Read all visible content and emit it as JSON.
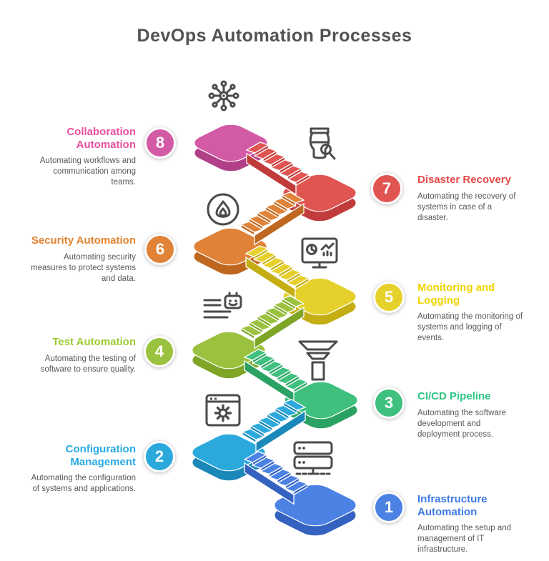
{
  "title": "DevOps Automation Processes",
  "text_colors": {
    "heading": "#515254",
    "description": "#58595b"
  },
  "steps": [
    {
      "number": "1",
      "title": "Infrastructure Automation",
      "description": "Automating the setup and management of IT infrastructure.",
      "color": "#4b82e4",
      "dark": "#3462c0",
      "title_color": "#3d79e6",
      "side": "right",
      "icon": "server-icon"
    },
    {
      "number": "2",
      "title": "Configuration Management",
      "description": "Automating the configuration of systems and applications.",
      "color": "#2ba9dd",
      "dark": "#1a88b8",
      "title_color": "#29abe2",
      "side": "left",
      "icon": "window-gear-icon"
    },
    {
      "number": "3",
      "title": "CI/CD Pipeline",
      "description": "Automating the software development and deployment process.",
      "color": "#3fc07e",
      "dark": "#2aa263",
      "title_color": "#2cc581",
      "side": "right",
      "icon": "funnel-icon"
    },
    {
      "number": "4",
      "title": "Test Automation",
      "description": "Automating the testing of software to ensure quality.",
      "color": "#9bc23e",
      "dark": "#7fa527",
      "title_color": "#9ccb33",
      "side": "left",
      "icon": "checklist-bot-icon"
    },
    {
      "number": "5",
      "title": "Monitoring and Logging",
      "description": "Automating the monitoring of systems and logging of events.",
      "color": "#e6d12c",
      "dark": "#c4ae14",
      "title_color": "#f0d500",
      "side": "right",
      "icon": "monitor-chart-icon"
    },
    {
      "number": "6",
      "title": "Security Automation",
      "description": "Automating security measures to protect systems and data.",
      "color": "#e08338",
      "dark": "#bf671f",
      "title_color": "#e2822f",
      "side": "left",
      "icon": "flame-icon"
    },
    {
      "number": "7",
      "title": "Disaster Recovery",
      "description": "Automating the recovery of systems in case of a disaster.",
      "color": "#e05452",
      "dark": "#c13b3b",
      "title_color": "#e34a49",
      "side": "right",
      "icon": "backup-search-icon"
    },
    {
      "number": "8",
      "title": "Collaboration Automation",
      "description": "Automating workflows and communication among teams.",
      "color": "#d35aa5",
      "dark": "#b24088",
      "title_color": "#e8509f",
      "side": "left",
      "icon": "network-icon"
    }
  ]
}
